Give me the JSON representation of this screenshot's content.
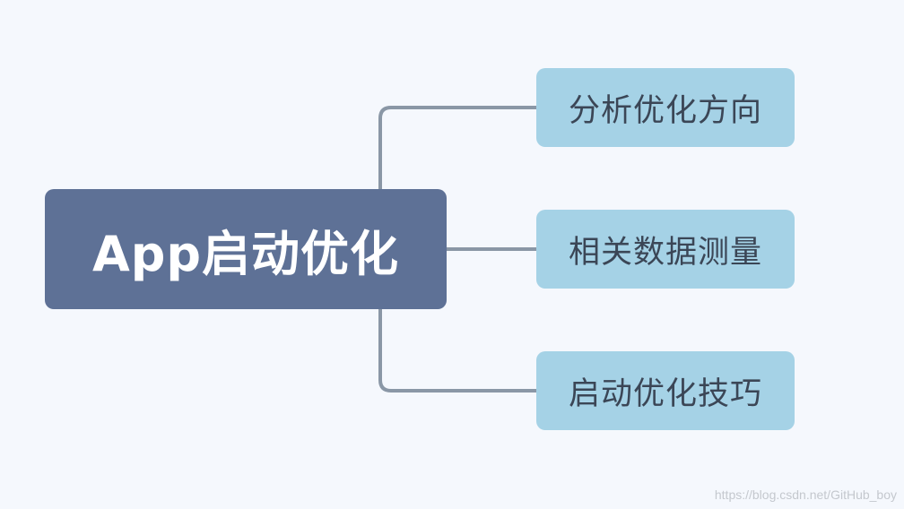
{
  "mindmap": {
    "root": {
      "label": "App启动优化"
    },
    "children": [
      {
        "label": "分析优化方向"
      },
      {
        "label": "相关数据测量"
      },
      {
        "label": "启动优化技巧"
      }
    ]
  },
  "watermark": "https://blog.csdn.net/GitHub_boy",
  "colors": {
    "background": "#f5f8fd",
    "root_fill": "#5e7196",
    "child_fill": "#a5d2e6",
    "connector": "#8a97a6"
  }
}
